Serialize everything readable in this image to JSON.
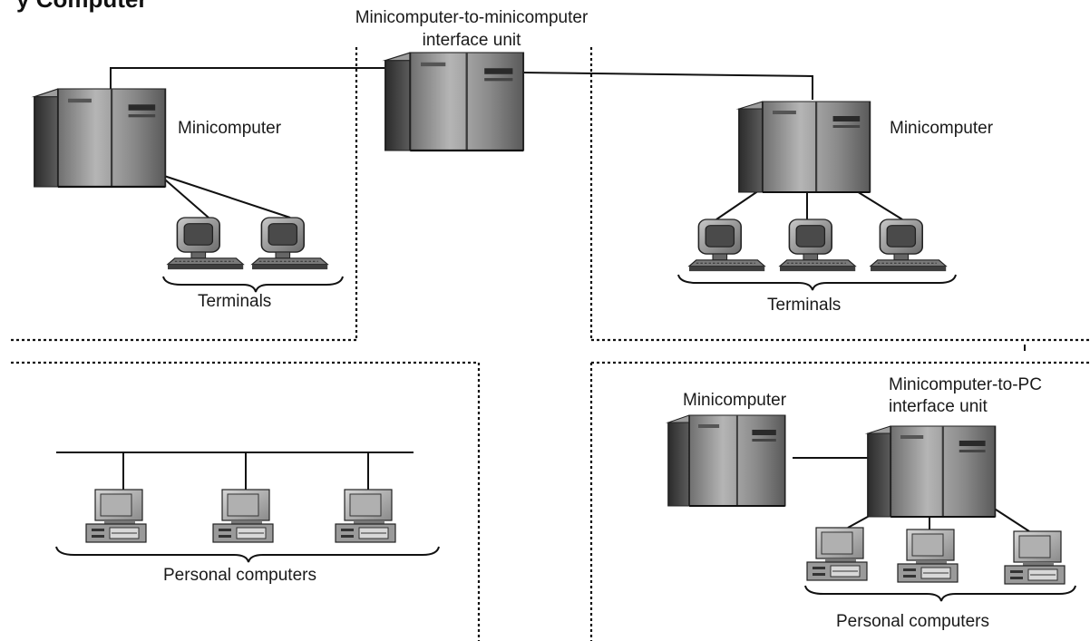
{
  "labels": {
    "top_truncated": "y Computer",
    "mini_to_mini_line1": "Minicomputer-to-minicomputer",
    "mini_to_mini_line2": "interface unit",
    "minicomputer_left": "Minicomputer",
    "minicomputer_right": "Minicomputer",
    "minicomputer_bottom": "Minicomputer",
    "terminals_left": "Terminals",
    "terminals_right": "Terminals",
    "pc_left": "Personal computers",
    "pc_right": "Personal computers",
    "mini_to_pc_line1": "Minicomputer-to-PC",
    "mini_to_pc_line2": "interface unit"
  },
  "colors": {
    "line": "#111111",
    "cabinet_light": "#9a9a9a",
    "cabinet_dark": "#3a3a3a",
    "monitor": "#555555"
  }
}
